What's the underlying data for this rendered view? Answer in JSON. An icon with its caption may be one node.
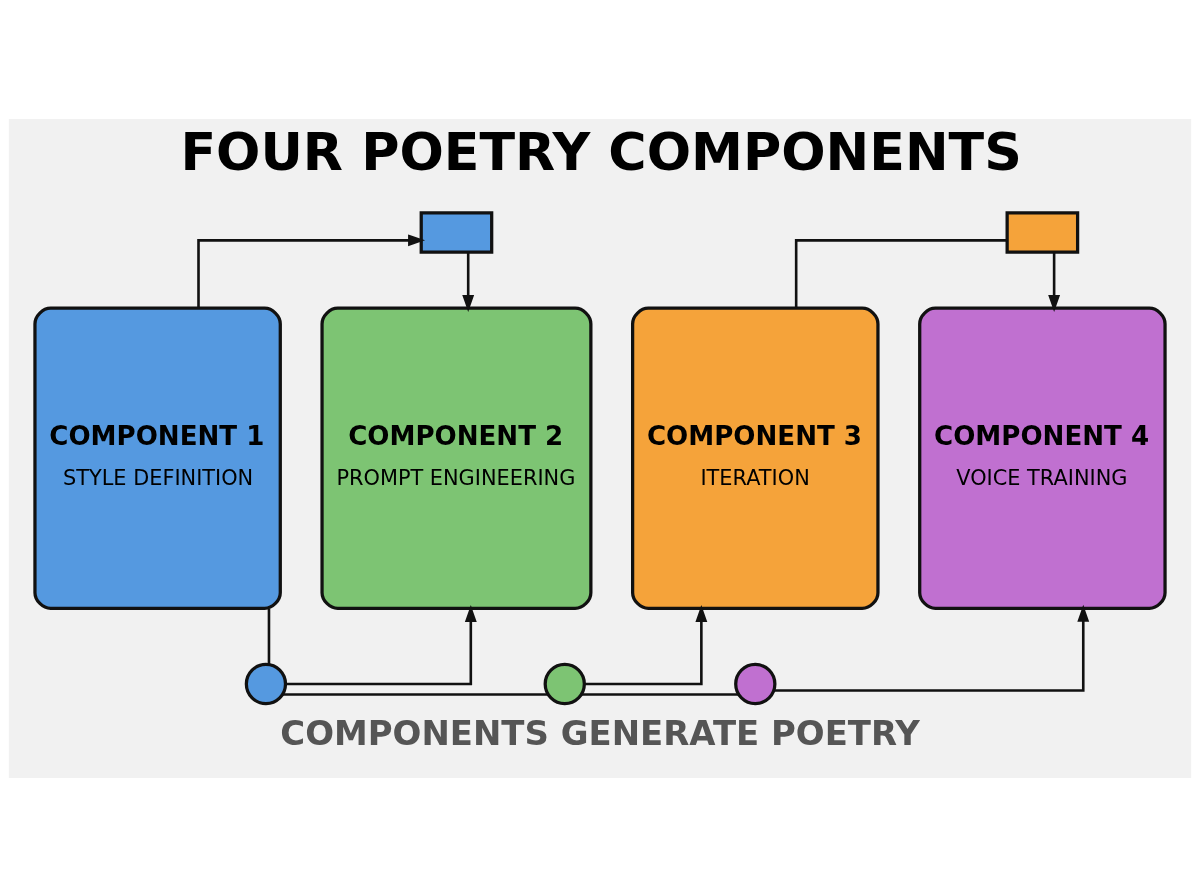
{
  "diagram": {
    "title": "FOUR POETRY COMPONENTS",
    "caption": "COMPONENTS GENERATE POETRY",
    "nodes": [
      {
        "text": [],
        "shape": "box"
      },
      {
        "text": [],
        "shape": "box"
      },
      {
        "text": [
          "COMPONENT 1",
          "STYLE DEFINITION"
        ]
      },
      {
        "text": [
          "COMPONENT 2",
          "PROMPT ENGINEERING"
        ]
      },
      {
        "text": [
          "COMPONENT 3",
          "ITERATION"
        ]
      },
      {
        "text": [
          "COMPONENT 4",
          "VOICE TRAINING"
        ]
      },
      {
        "text": [],
        "shape": "circle"
      },
      {
        "text": [],
        "shape": "circle"
      },
      {
        "text": [],
        "shape": "circle"
      }
    ],
    "edges": [
      {
        "from": 2,
        "to": 0,
        "arrow": "to"
      },
      {
        "from": 0,
        "to": 3,
        "arrow": "to"
      },
      {
        "from": 4,
        "to": 1,
        "arrow": "none"
      },
      {
        "from": 1,
        "to": 5,
        "arrow": "to"
      },
      {
        "from": 2,
        "to": 6,
        "arrow": "none"
      },
      {
        "from": 6,
        "to": 3,
        "arrow": "to"
      },
      {
        "from": 6,
        "to": 7,
        "arrow": "none"
      },
      {
        "from": 7,
        "to": 4,
        "arrow": "to"
      },
      {
        "from": 7,
        "to": 8,
        "arrow": "none"
      },
      {
        "from": 8,
        "to": 5,
        "arrow": "to"
      }
    ]
  }
}
